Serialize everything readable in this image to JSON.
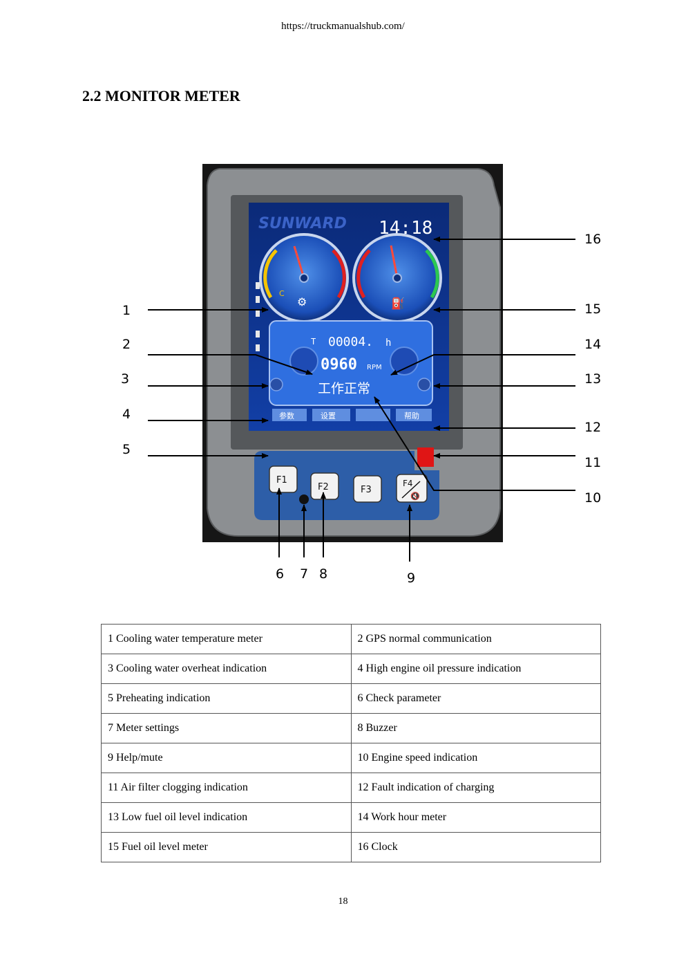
{
  "header": {
    "url": "https://truckmanualshub.com/"
  },
  "section_title": "2.2 MONITOR METER",
  "figure": {
    "screen": {
      "brand": "SUNWARD",
      "clock": "14:18",
      "temp_gauge_label": "C",
      "hours_label": "T",
      "hours_value": "00004.",
      "hours_unit": "h",
      "rpm_value": "0960",
      "rpm_unit": "RPM",
      "status_text": "工作正常",
      "menu": [
        "参数",
        "设置",
        "",
        "帮助"
      ],
      "keys": [
        "F1",
        "F2",
        "F3",
        "F4"
      ]
    },
    "callouts": [
      "1",
      "2",
      "3",
      "4",
      "5",
      "6",
      "7",
      "8",
      "9",
      "10",
      "11",
      "12",
      "13",
      "14",
      "15",
      "16"
    ],
    "colors": {
      "bezel": "#8c8f92",
      "screen": "#0d3a9e",
      "keypad": "#2d5ea8",
      "alarm": "#e01515"
    }
  },
  "legend": {
    "rows": [
      [
        "1 Cooling water temperature meter",
        "2 GPS normal communication"
      ],
      [
        "3 Cooling water overheat indication",
        "4 High engine oil pressure indication"
      ],
      [
        "5 Preheating indication",
        "6 Check parameter"
      ],
      [
        "7 Meter settings",
        "8 Buzzer"
      ],
      [
        "9 Help/mute",
        "10 Engine speed indication"
      ],
      [
        "11 Air filter clogging indication",
        "12 Fault indication of charging"
      ],
      [
        "13 Low fuel oil level indication",
        "14 Work hour meter"
      ],
      [
        "15 Fuel oil level meter",
        "16 Clock"
      ]
    ]
  },
  "footer": {
    "page_number": "18"
  }
}
